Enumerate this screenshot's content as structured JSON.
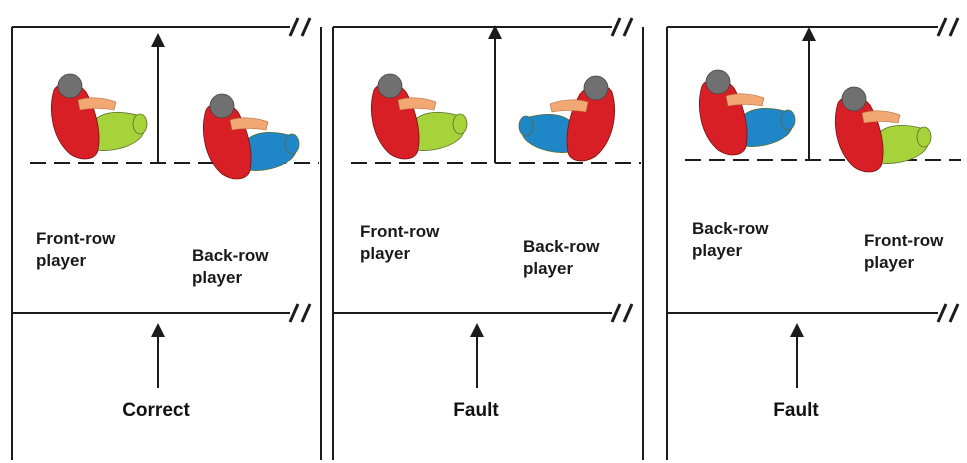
{
  "colors": {
    "line": "#1c1c1c",
    "shirt": "#d91f26",
    "head": "#707070",
    "skin": "#f2a873",
    "legs_front": "#a6d33a",
    "legs_back": "#1f86c8"
  },
  "panels": [
    {
      "left_label": "Front-row\nplayer",
      "right_label": "Back-row\nplayer",
      "left_player": "front-row",
      "right_player": "back-row",
      "caption": "Correct"
    },
    {
      "left_label": "Front-row\nplayer",
      "right_label": "Back-row\nplayer",
      "left_player": "front-row",
      "right_player": "back-row",
      "caption": "Fault"
    },
    {
      "left_label": "Back-row\nplayer",
      "right_label": "Front-row\nplayer",
      "left_player": "back-row",
      "right_player": "front-row",
      "caption": "Fault"
    }
  ]
}
